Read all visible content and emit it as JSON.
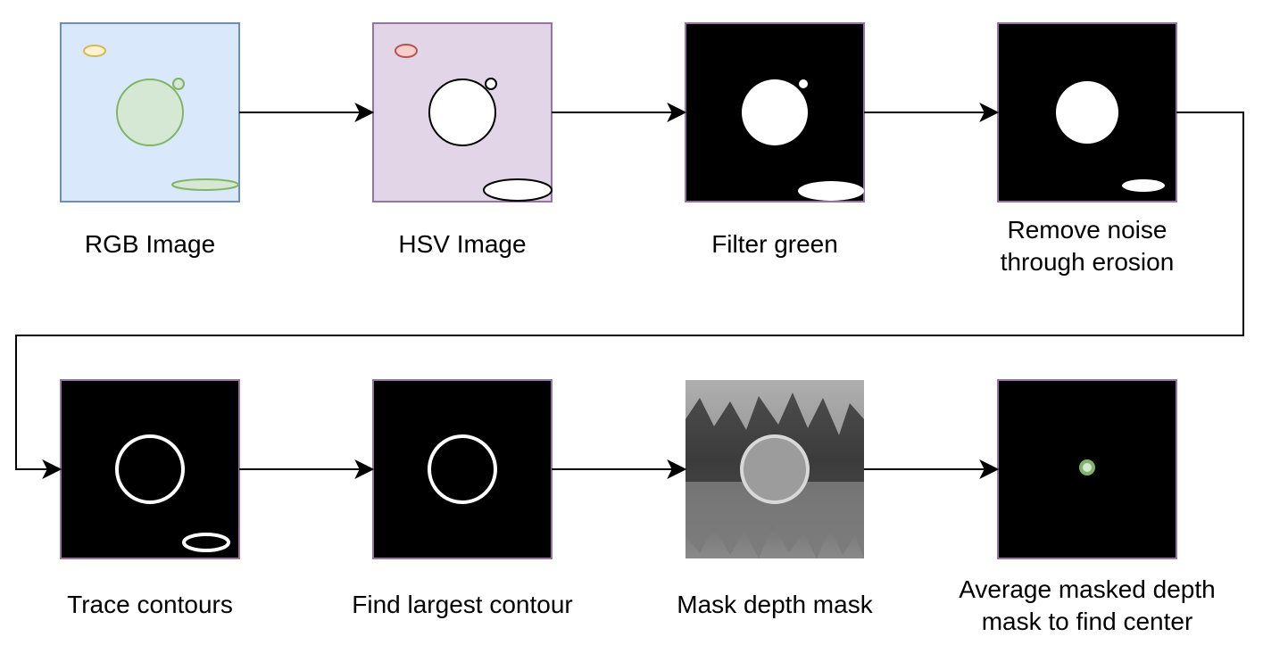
{
  "steps": [
    {
      "id": "rgb",
      "label": "RGB Image"
    },
    {
      "id": "hsv",
      "label": "HSV Image"
    },
    {
      "id": "filter",
      "label": "Filter green"
    },
    {
      "id": "erosion",
      "label": "Remove noise\nthrough erosion"
    },
    {
      "id": "contours",
      "label": "Trace contours"
    },
    {
      "id": "largest",
      "label": "Find largest contour"
    },
    {
      "id": "depth",
      "label": "Mask depth mask"
    },
    {
      "id": "average",
      "label": "Average masked depth\nmask to find center"
    }
  ],
  "colors": {
    "rgb_fill": "#dae8fc",
    "rgb_border": "#6c8ebf",
    "hsv_fill": "#e1d5e7",
    "panel_border": "#9673a6",
    "green_fill": "#d5e8d4",
    "green_stroke": "#82b366",
    "yellow_fill": "#fff2cc",
    "yellow_stroke": "#d6b656",
    "red_fill": "#f8cecc",
    "red_stroke": "#b85450",
    "mask_bg": "#000000",
    "mask_fg": "#ffffff",
    "arrow": "#000000"
  }
}
